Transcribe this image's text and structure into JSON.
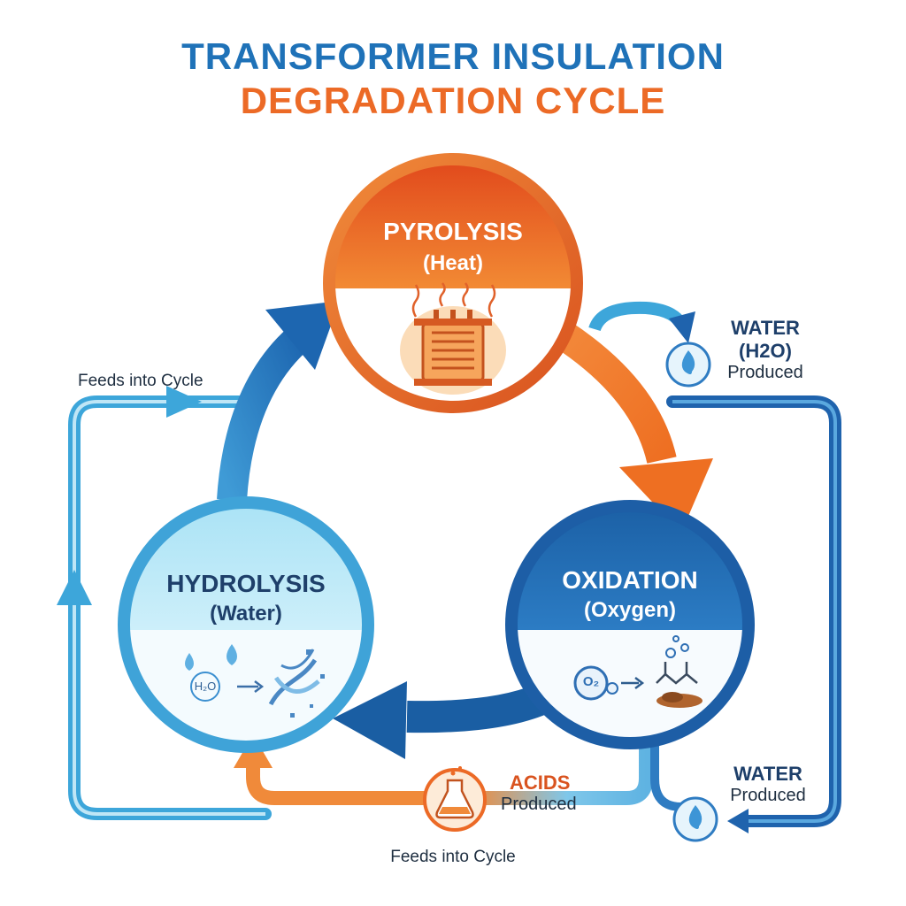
{
  "title": {
    "line1": "TRANSFORMER INSULATION",
    "line2": "DEGRADATION CYCLE"
  },
  "nodes": {
    "pyrolysis": {
      "name": "PYROLYSIS",
      "agent": "(Heat)",
      "icon": "transformer-heat-icon"
    },
    "hydrolysis": {
      "name": "HYDROLYSIS",
      "agent": "(Water)",
      "icon": "water-breaking-fiber-icon",
      "formula": "H₂O"
    },
    "oxidation": {
      "name": "OXIDATION",
      "agent": "(Oxygen)",
      "icon": "oxygen-sludge-icon",
      "formula": "O₂"
    }
  },
  "byproducts": {
    "water_top": {
      "name": "WATER",
      "formula": "(H2O)",
      "status": "Produced"
    },
    "water_bottom": {
      "name": "WATER",
      "status": "Produced"
    },
    "acids": {
      "name": "ACIDS",
      "status": "Produced"
    }
  },
  "feedback": {
    "left": "Feeds into Cycle",
    "bottom": "Feeds into Cycle"
  },
  "colors": {
    "blue_dark": "#1a5ea3",
    "blue_mid": "#2f8fd0",
    "blue_light": "#8fd3ef",
    "orange": "#ec6a26",
    "orange_dark": "#d84a1b"
  }
}
